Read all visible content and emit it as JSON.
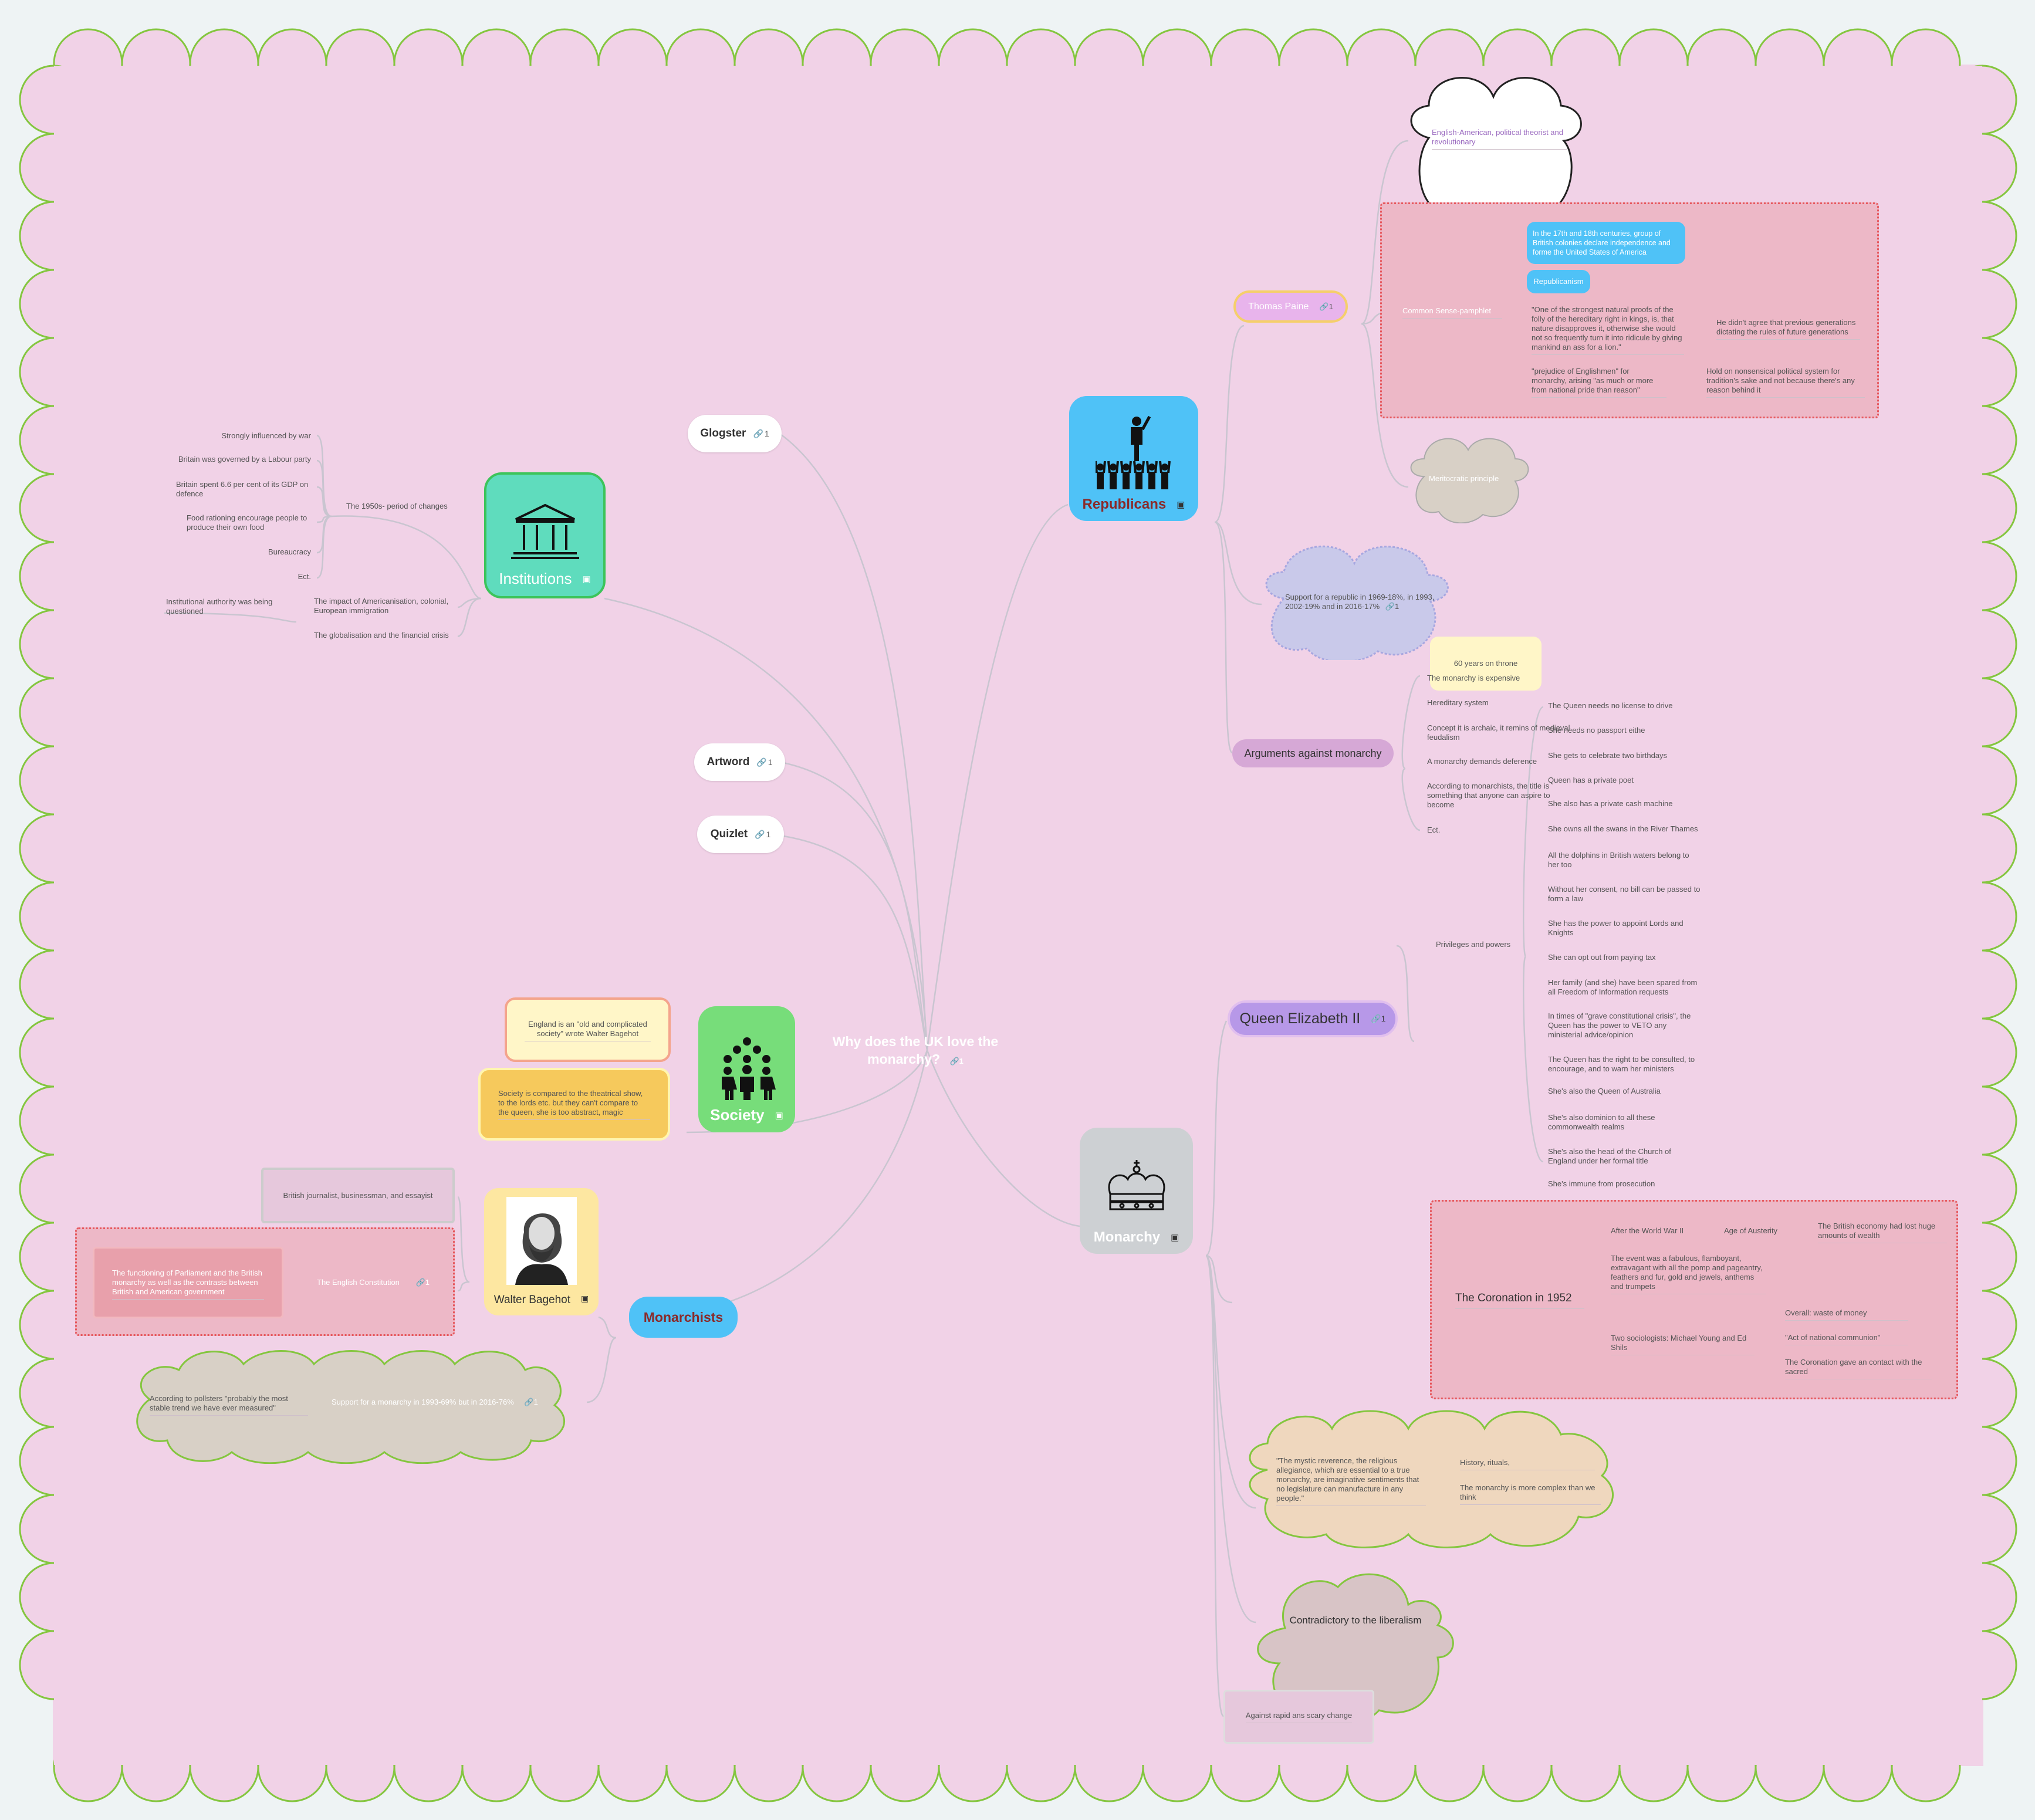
{
  "colors": {
    "page": "#f1d2e7",
    "edge": "#84c63f",
    "line": "#c9c5d0"
  },
  "central": {
    "title": "Why does the UK love the monarchy?",
    "link": "1"
  },
  "links": {
    "glogster": "Glogster",
    "artword": "Artword",
    "quizlet": "Quizlet",
    "count": "1"
  },
  "institutions": {
    "label": "Institutions",
    "icon": "bank-building-icon",
    "changes": "The 1950s- period of changes",
    "items": [
      "Strongly influenced by war",
      "Britain was governed by a Labour party",
      "Britain spent 6.6 per cent of its GDP on defence",
      "Food rationing encourage people to produce their own food",
      "Bureaucracy",
      "Ect."
    ],
    "impact": "The impact of Americanisation, colonial, European immigration",
    "authority": "Institutional authority was being questioned",
    "globalisation": "The globalisation and the financial crisis"
  },
  "society": {
    "label": "Society",
    "icon": "people-group-icon",
    "note1": "England is an \"old and complicated society\" wrote Walter Bagehot",
    "note2": "Society is compared to the theatrical show, to the lords etc. but they can't compare to the queen, she is too abstract, magic"
  },
  "monarchists": {
    "label": "Monarchists",
    "bagehot": "Walter Bagehot",
    "journalist": "British journalist, businessman, and essayist",
    "constitution": "The English Constitution",
    "constitution_link": "1",
    "functioning": "The functioning of Parliament and the British monarchy as well as the contrasts between British and American government",
    "support": "Support for a monarchy in 1993-69% but in 2016-76%",
    "support_link": "1",
    "pollsters": "According to pollsters \"probably the most stable trend we have ever measured\""
  },
  "republicans": {
    "label": "Republicans",
    "icon": "orator-crowd-icon",
    "paine": "Thomas Paine",
    "paine_link": "1",
    "paine_desc": "English-American, political theorist and revolutionary",
    "common_sense": "Common Sense-pamphlet",
    "colonies": "In the 17th and 18th centuries, group of British colonies declare independence and forme the United States of America",
    "republicanism": "Republicanism",
    "quote": "\"One of the strongest natural proofs of the folly of the hereditary right in kings, is, that nature disapproves it, otherwise she would not so frequently turn it into ridicule by giving mankind an ass for a lion.\"",
    "generations": "He didn't agree that previous generations dictating the rules of future generations",
    "prejudice": "\"prejudice of Englishmen\" for monarchy, arising \"as much or more from national pride than reason\"",
    "nonsensical": "Hold on nonsensical political system for tradition's sake and not because there's any reason behind it",
    "meritocratic": "Meritocratic principle",
    "support": "Support for a republic in 1969-18%, in 1993, 2002-19% and in 2016-17%",
    "support_link": "1",
    "arguments": "Arguments against monarchy",
    "arg_items": [
      "The monarchy is expensive",
      "Hereditary system",
      "Concept it is archaic, it remins of medieval feudalism",
      "A monarchy demands deference",
      "According to monarchists, the title is something that anyone can aspire to become",
      "Ect."
    ],
    "sixty": "60 years on throne"
  },
  "queen": {
    "label": "Queen Elizabeth II",
    "link": "1",
    "privileges": "Privileges and powers",
    "items": [
      "The Queen needs no license to drive",
      "She needs no passport eithe",
      "She gets to celebrate two birthdays",
      "Queen has a private poet",
      "She also has a private cash machine",
      "She owns all the swans in the River Thames",
      "All the dolphins in British waters belong to her too",
      "Without her consent, no bill can be passed to form a law",
      "She has the power to appoint Lords and Knights",
      "She can opt out from paying tax",
      "Her family (and she) have been spared from all Freedom of Information requests",
      "In times of \"grave constitutional crisis\", the Queen has the power to VETO any ministerial advice/opinion",
      "The Queen has the right to be consulted, to encourage, and to warn her ministers",
      "She's also the Queen of Australia",
      "She's also dominion to all these commonwealth realms",
      "She's also the head of the Church of England under her formal title",
      "She's immune from prosecution"
    ]
  },
  "monarchy": {
    "label": "Monarchy",
    "icon": "crown-icon",
    "coronation": "The Coronation in 1952",
    "after_war": "After the World War II",
    "austerity": "Age of Austerity",
    "economy": "The British economy had lost huge amounts of wealth",
    "event": "The event was a fabulous, flamboyant, extravagant with all the pomp and pageantry, feathers and fur, gold and jewels, anthems and trumpets",
    "sociologists": "Two sociologists: Michael Young and Ed Shils",
    "waste": "Overall: waste of money",
    "communion": "\"Act of national communion\"",
    "sacred": "The Coronation gave an contact with the sacred",
    "mystic": "\"The mystic reverence, the religious allegiance, which are essential to a true monarchy, are imaginative sentiments that no legislature can manufacture in any people.\"",
    "history": "History, rituals,",
    "complex": "The monarchy is more complex than we think",
    "contradictory": "Contradictory to the liberalism",
    "against": "Against rapid ans scary change"
  }
}
